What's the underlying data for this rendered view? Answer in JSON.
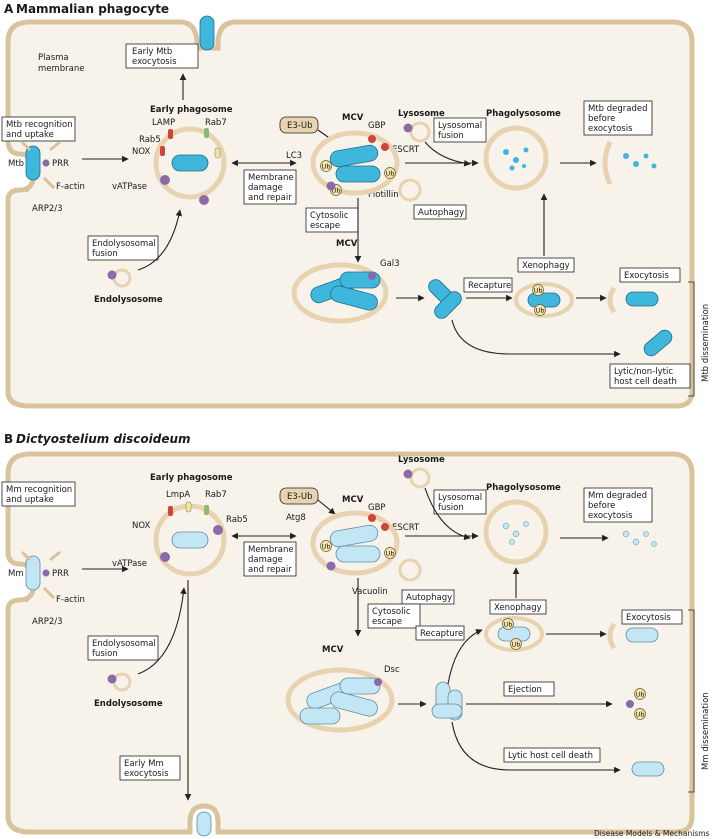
{
  "colors": {
    "cell_fill": "#f7f2ea",
    "cell_border": "#d8c39c",
    "mtb_blue": "#3fb6dc",
    "mm_blue": "#c3e6f5",
    "purple": "#8a6aa8",
    "red": "#d0443a",
    "green": "#8fb870",
    "yellow": "#f3e3a8",
    "tan": "#e7d3b0"
  },
  "panel_a": {
    "title_letter": "A",
    "title": "Mammalian phagocyte",
    "labels": {
      "plasma_membrane_1": "Plasma",
      "plasma_membrane_2": "membrane",
      "mtb": "Mtb",
      "prr": "PRR",
      "f_actin": "F-actin",
      "arp": "ARP2/3",
      "early_phagosome": "Early phagosome",
      "lamp": "LAMP",
      "rab7": "Rab7",
      "rab5": "Rab5",
      "nox": "NOX",
      "vatpase": "vATPase",
      "endolysosome": "Endolysosome",
      "e3ub": "E3-Ub",
      "mcv_top": "MCV",
      "gbp": "GBP",
      "escrt": "ESCRT",
      "lc3": "LC3",
      "flotillin": "Flotillin",
      "lysosome": "Lysosome",
      "phagolysosome": "Phagolysosome",
      "mcv_bottom": "MCV",
      "gal3": "Gal3",
      "ub": "Ub",
      "dissemination": "Mtb dissemination"
    },
    "boxes": {
      "recognition_1": "Mtb recognition",
      "recognition_2": "and uptake",
      "early_exo_1": "Early Mtb",
      "early_exo_2": "exocytosis",
      "endo_fusion_1": "Endolysosomal",
      "endo_fusion_2": "fusion",
      "membrane_1": "Membrane",
      "membrane_2": "damage",
      "membrane_3": "and repair",
      "cytosolic_1": "Cytosolic",
      "cytosolic_2": "escape",
      "lysosomal_1": "Lysosomal",
      "lysosomal_2": "fusion",
      "autophagy": "Autophagy",
      "degraded_1": "Mtb degraded",
      "degraded_2": "before",
      "degraded_3": "exocytosis",
      "xenophagy": "Xenophagy",
      "recapture": "Recapture",
      "exocytosis": "Exocytosis",
      "lytic_1": "Lytic/non-lytic",
      "lytic_2": "host cell death"
    }
  },
  "panel_b": {
    "title_letter": "B",
    "title": "Dictyostelium discoideum",
    "labels": {
      "mm": "Mm",
      "prr": "PRR",
      "f_actin": "F-actin",
      "arp": "ARP2/3",
      "early_phagosome": "Early phagosome",
      "lmpa": "LmpA",
      "rab7": "Rab7",
      "rab5": "Rab5",
      "nox": "NOX",
      "vatpase": "vATPase",
      "endolysosome": "Endolysosome",
      "e3ub": "E3-Ub",
      "atg8": "Atg8",
      "mcv_top": "MCV",
      "gbp": "GBP",
      "escrt": "ESCRT",
      "vacuolin": "Vacuolin",
      "lysosome": "Lysosome",
      "phagolysosome": "Phagolysosome",
      "mcv_bottom": "MCV",
      "dsc": "Dsc",
      "ub": "Ub",
      "dissemination": "Mm dissemination"
    },
    "boxes": {
      "recognition_1": "Mm recognition",
      "recognition_2": "and uptake",
      "endo_fusion_1": "Endolysosomal",
      "endo_fusion_2": "fusion",
      "membrane_1": "Membrane",
      "membrane_2": "damage",
      "membrane_3": "and repair",
      "autophagy": "Autophagy",
      "cytosolic_1": "Cytosolic",
      "cytosolic_2": "escape",
      "lysosomal_1": "Lysosomal",
      "lysosomal_2": "fusion",
      "degraded_1": "Mm degraded",
      "degraded_2": "before",
      "degraded_3": "exocytosis",
      "xenophagy": "Xenophagy",
      "recapture": "Recapture",
      "exocytosis": "Exocytosis",
      "ejection": "Ejection",
      "early_exo_1": "Early Mm",
      "early_exo_2": "exocytosis",
      "lytic": "Lytic host cell death"
    }
  },
  "footer": "Disease Models & Mechanisms"
}
